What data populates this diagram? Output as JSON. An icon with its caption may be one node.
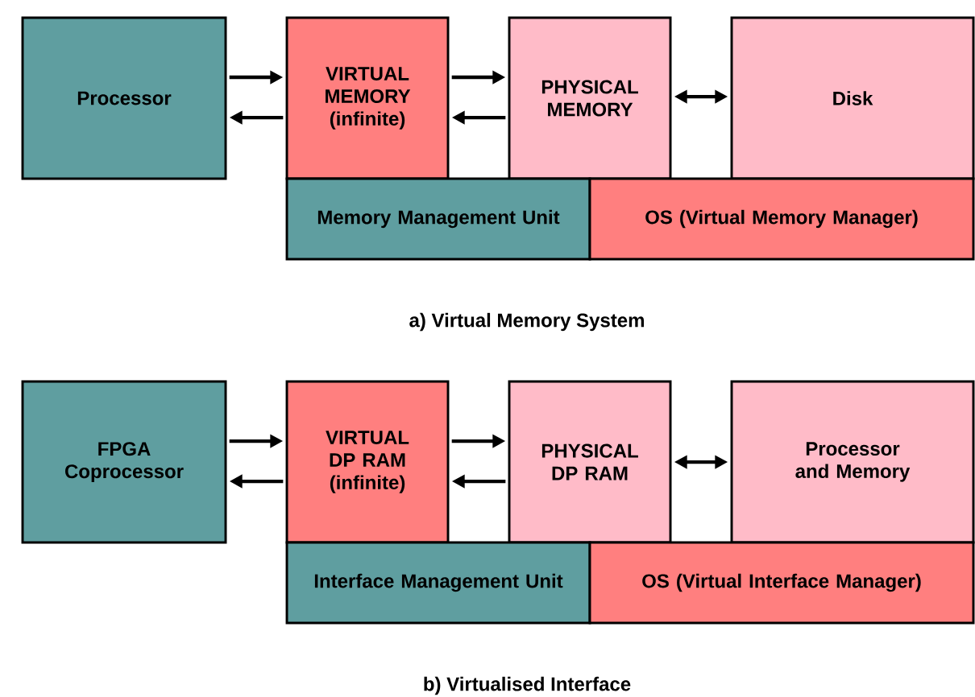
{
  "diagram": {
    "nodes": [
      {
        "text": [
          "Processor"
        ]
      },
      {
        "text": [
          "VIRTUAL MEMORY (infinite)"
        ]
      },
      {
        "text": [
          "PHYSICAL MEMORY"
        ]
      },
      {
        "text": [
          "Disk"
        ]
      },
      {
        "text": [
          "Memory Management Unit"
        ]
      },
      {
        "text": [
          "OS (Virtual Memory Manager)"
        ]
      },
      {
        "text": [
          "FPGA Coprocessor"
        ]
      },
      {
        "text": [
          "VIRTUAL DP RAM (infinite)"
        ]
      },
      {
        "text": [
          "PHYSICAL DP RAM"
        ]
      },
      {
        "text": [
          "Processor and Memory"
        ]
      },
      {
        "text": [
          "Interface Management Unit"
        ]
      },
      {
        "text": [
          "OS (Virtual Interface Manager)"
        ]
      }
    ],
    "edges": [
      {
        "from": 0,
        "to": 1,
        "arrow": "to"
      },
      {
        "from": 1,
        "to": 0,
        "arrow": "to"
      },
      {
        "from": 1,
        "to": 2,
        "arrow": "to"
      },
      {
        "from": 2,
        "to": 1,
        "arrow": "to"
      },
      {
        "from": 2,
        "to": 3,
        "arrow": "both"
      },
      {
        "from": 6,
        "to": 7,
        "arrow": "to"
      },
      {
        "from": 7,
        "to": 6,
        "arrow": "to"
      },
      {
        "from": 7,
        "to": 8,
        "arrow": "to"
      },
      {
        "from": 8,
        "to": 7,
        "arrow": "to"
      },
      {
        "from": 8,
        "to": 9,
        "arrow": "both"
      }
    ],
    "labels": [
      "a) Virtual Memory System",
      "b) Virtualised Interface"
    ]
  }
}
